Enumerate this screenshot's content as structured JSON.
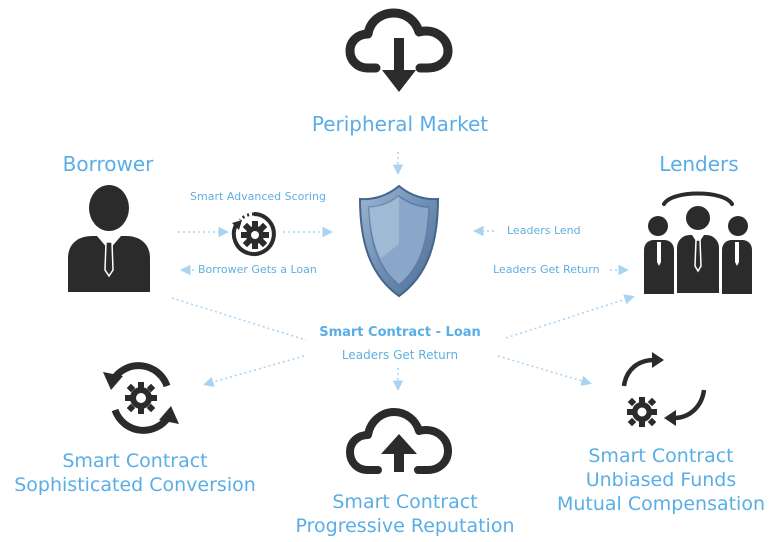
{
  "top": {
    "label": "Peripheral Market",
    "icon": "cloud-download-icon"
  },
  "borrower": {
    "label": "Borrower",
    "icon": "businessman-icon"
  },
  "lenders": {
    "label": "Lenders",
    "icon": "group-icon"
  },
  "center": {
    "icon": "shield-icon",
    "title": "Smart Contract - Loan",
    "subtitle": "Leaders Get Return"
  },
  "flows": {
    "scoring": "Smart Advanced Scoring",
    "scoring_icon": "gear-cycle-icon",
    "borrower_loan": "Borrower Gets a Loan",
    "leaders_lend": "Leaders Lend",
    "leaders_return": "Leaders Get Return"
  },
  "outputs": {
    "left": {
      "line1": "Smart Contract",
      "line2": "Sophisticated Conversion",
      "icon": "gear-refresh-icon"
    },
    "middle": {
      "line1": "Smart Contract",
      "line2": "Progressive Reputation",
      "icon": "cloud-upload-icon"
    },
    "right": {
      "line1": "Smart Contract",
      "line2": "Unbiased Funds",
      "line3": "Mutual Compensation",
      "icon": "gear-arrows-icon"
    }
  },
  "colors": {
    "text": "#5aaee6",
    "icon": "#2b2b2b",
    "shield": "#6f8fb4",
    "connector": "#a9d3f0"
  }
}
